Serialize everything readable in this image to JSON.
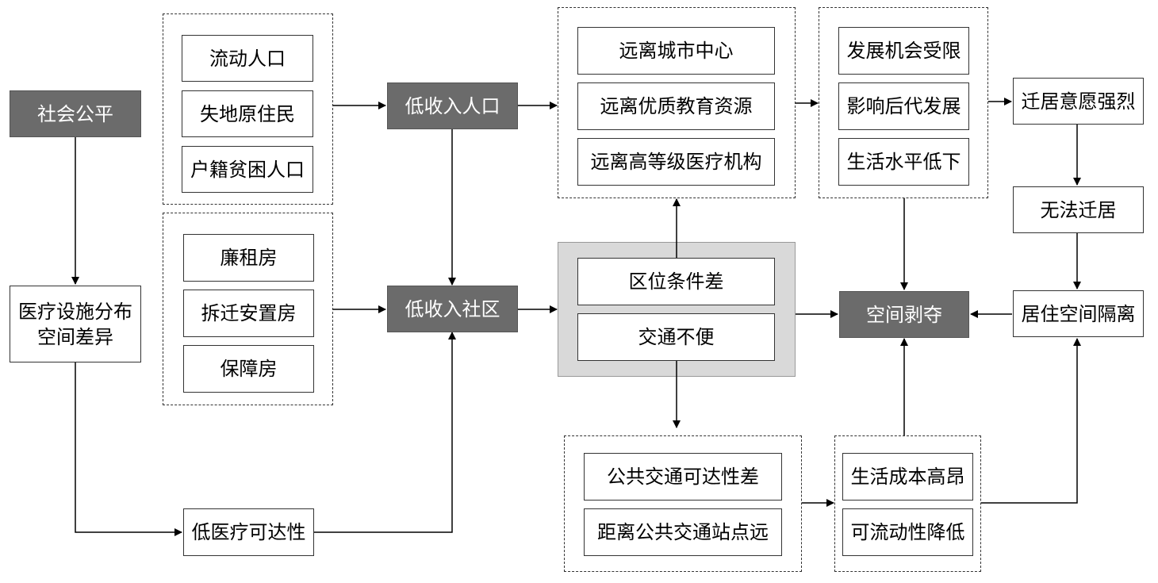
{
  "nodes": {
    "social_equity": "社会公平",
    "medical_spatial_difference": "医疗设施分布\n空间差异",
    "low_medical_access": "低医疗可达性",
    "floating_population": "流动人口",
    "landless_natives": "失地原住民",
    "registered_poor": "户籍贫困人口",
    "low_rent_housing": "廉租房",
    "relocation_housing": "拆迁安置房",
    "affordable_housing": "保障房",
    "low_income_population": "低收入人口",
    "low_income_community": "低收入社区",
    "far_from_center": "远离城市中心",
    "far_from_education": "远离优质教育资源",
    "far_from_hospitals": "远离高等级医疗机构",
    "poor_location": "区位条件差",
    "inconvenient_transport": "交通不便",
    "poor_transit_access": "公共交通可达性差",
    "far_from_stations": "距离公共交通站点远",
    "limited_opportunity": "发展机会受限",
    "affects_next_generation": "影响后代发展",
    "low_living_standard": "生活水平低下",
    "strong_will_to_move": "迁居意愿强烈",
    "unable_to_move": "无法迁居",
    "residential_segregation": "居住空间隔离",
    "spatial_deprivation": "空间剥夺",
    "high_living_cost": "生活成本高昂",
    "reduced_mobility": "可流动性降低"
  }
}
